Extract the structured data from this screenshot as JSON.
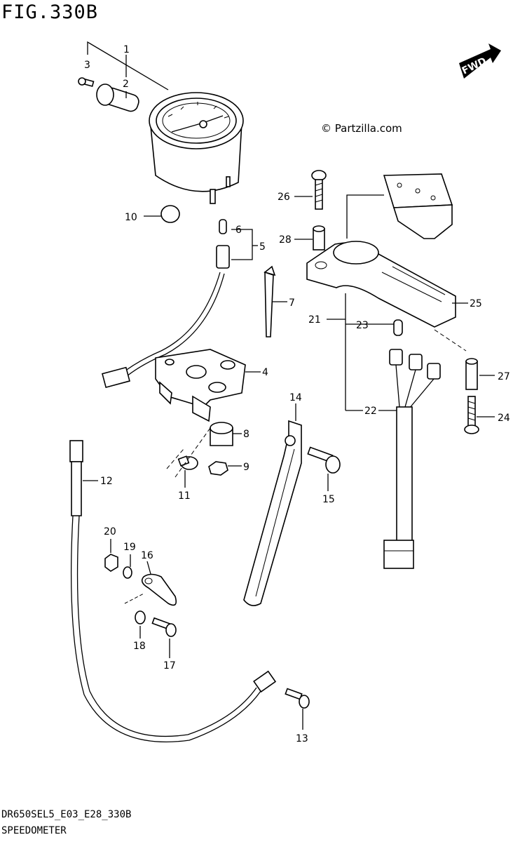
{
  "figure": {
    "title": "FIG.330B",
    "copyright": "© Partzilla.com",
    "fwd_label": "FWD",
    "footer_model": "DR650SEL5_E03_E28_330B",
    "footer_name": "SPEEDOMETER"
  },
  "callouts": {
    "p1": "1",
    "p2": "2",
    "p3": "3",
    "p4": "4",
    "p5": "5",
    "p6": "6",
    "p7": "7",
    "p8": "8",
    "p9": "9",
    "p10": "10",
    "p11": "11",
    "p12": "12",
    "p13": "13",
    "p14": "14",
    "p15": "15",
    "p16": "16",
    "p17": "17",
    "p18": "18",
    "p19": "19",
    "p20": "20",
    "p21": "21",
    "p22": "22",
    "p23": "23",
    "p24": "24",
    "p25": "25",
    "p26": "26",
    "p27": "27",
    "p28": "28"
  }
}
